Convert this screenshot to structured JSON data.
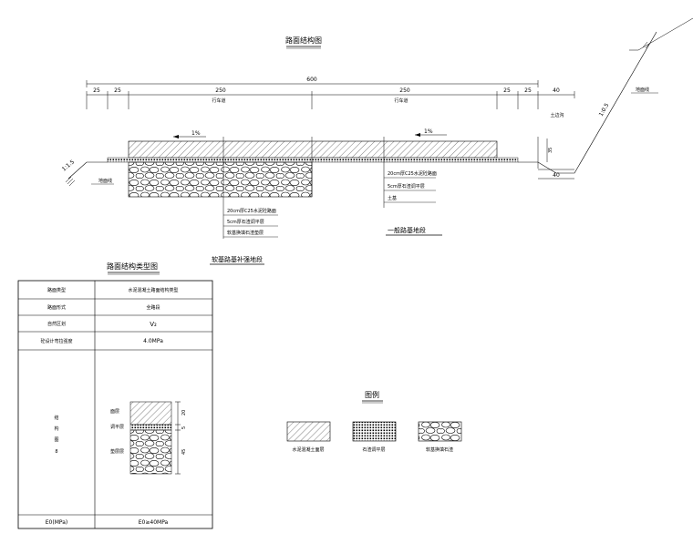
{
  "drawing": {
    "title": "路面结构图",
    "dims": {
      "total": "600",
      "d25a": "25",
      "d25b": "25",
      "d250a": "250",
      "d250b": "250",
      "d25c": "25",
      "d25d": "25",
      "d40a": "40",
      "d40b": "40",
      "d35": "35"
    },
    "lanes": {
      "left": "行车道",
      "right": "行车道"
    },
    "slope_left": "1%",
    "slope_right": "1%",
    "ditch": "土边沟",
    "ground_line_left": "地面线",
    "ground_line_right": "地面线",
    "slope_ratio_left": "1:1.5",
    "slope_ratio_right": "1:0.5",
    "layers_left": [
      "20cm厚C25水泥砼路面",
      "5cm厚石渣调平层",
      "软基换填石渣垫层"
    ],
    "layers_right": [
      "20cm厚C25水泥砼路面",
      "5cm厚石渣调平层",
      "土基"
    ],
    "label_soft": "软基路基补强地段",
    "label_normal": "一般路基地段"
  },
  "table": {
    "title": "路面结构类型图",
    "rows": [
      {
        "label": "路面类型",
        "value": "水泥混凝土路面结构类型"
      },
      {
        "label": "路面形式",
        "value": "全路段"
      },
      {
        "label": "自然区划",
        "value": "V₂"
      },
      {
        "label": "砼设计弯拉强度",
        "value": "4.0MPa"
      }
    ],
    "structure_label": [
      "结",
      "构",
      "图",
      "8"
    ],
    "layer_names": [
      "面层",
      "调平层",
      "垫层层"
    ],
    "layer_dims": [
      "20",
      "5",
      "45"
    ],
    "e0_label": "E0(MPa)",
    "e0_value": "E0≥40MPa"
  },
  "legend": {
    "title": "图例",
    "items": [
      "水泥混凝土面层",
      "石渣调平层",
      "软基换填石渣"
    ]
  }
}
